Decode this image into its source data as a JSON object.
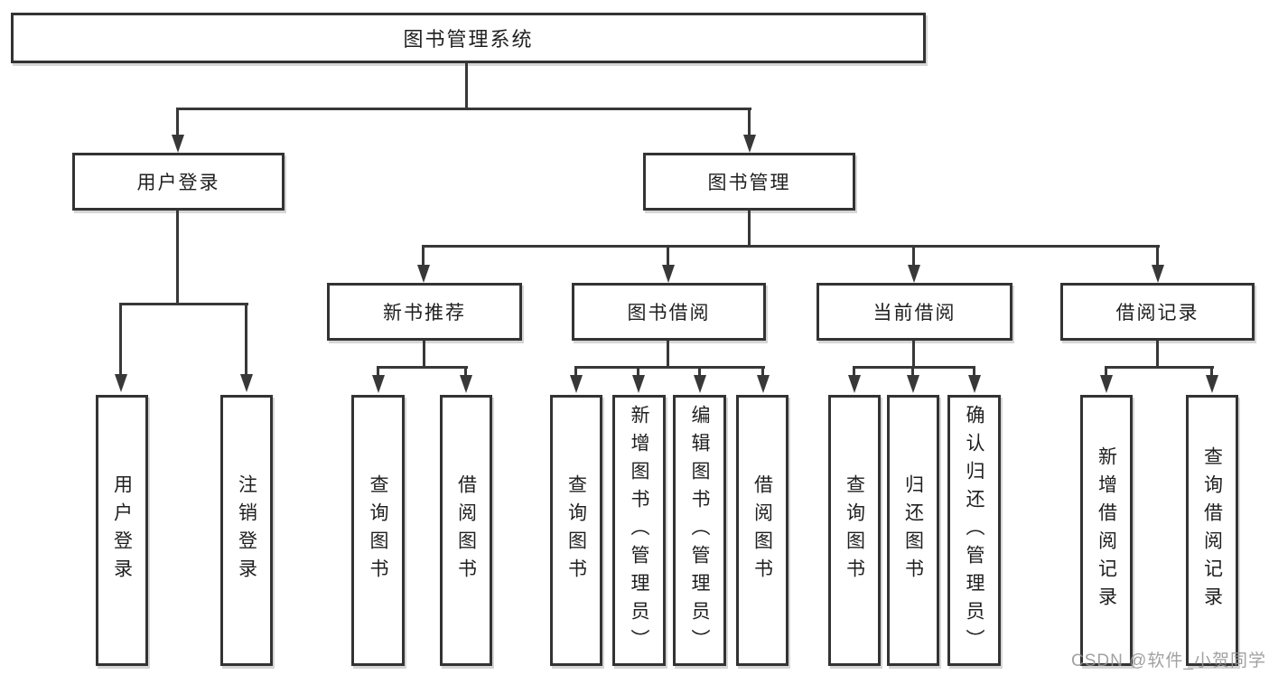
{
  "watermark": "CSDN @软件_小贺同学",
  "colors": {
    "line": "#383838",
    "border": "#333333",
    "text": "#1f1f1f",
    "watermark": "#949494",
    "background": "#ffffff"
  },
  "tree": {
    "label": "图书管理系统",
    "children": [
      {
        "label": "用户登录",
        "children": [
          {
            "label": "用户登录"
          },
          {
            "label": "注销登录"
          }
        ]
      },
      {
        "label": "图书管理",
        "children": [
          {
            "label": "新书推荐",
            "children": [
              {
                "label": "查询图书"
              },
              {
                "label": "借阅图书"
              }
            ]
          },
          {
            "label": "图书借阅",
            "children": [
              {
                "label": "查询图书"
              },
              {
                "label": "新增图书（管理员）"
              },
              {
                "label": "编辑图书（管理员）"
              },
              {
                "label": "借阅图书"
              }
            ]
          },
          {
            "label": "当前借阅",
            "children": [
              {
                "label": "查询图书"
              },
              {
                "label": "归还图书"
              },
              {
                "label": "确认归还（管理员）"
              }
            ]
          },
          {
            "label": "借阅记录",
            "children": [
              {
                "label": "新增借阅记录"
              },
              {
                "label": "查询借阅记录"
              }
            ]
          }
        ]
      }
    ]
  }
}
